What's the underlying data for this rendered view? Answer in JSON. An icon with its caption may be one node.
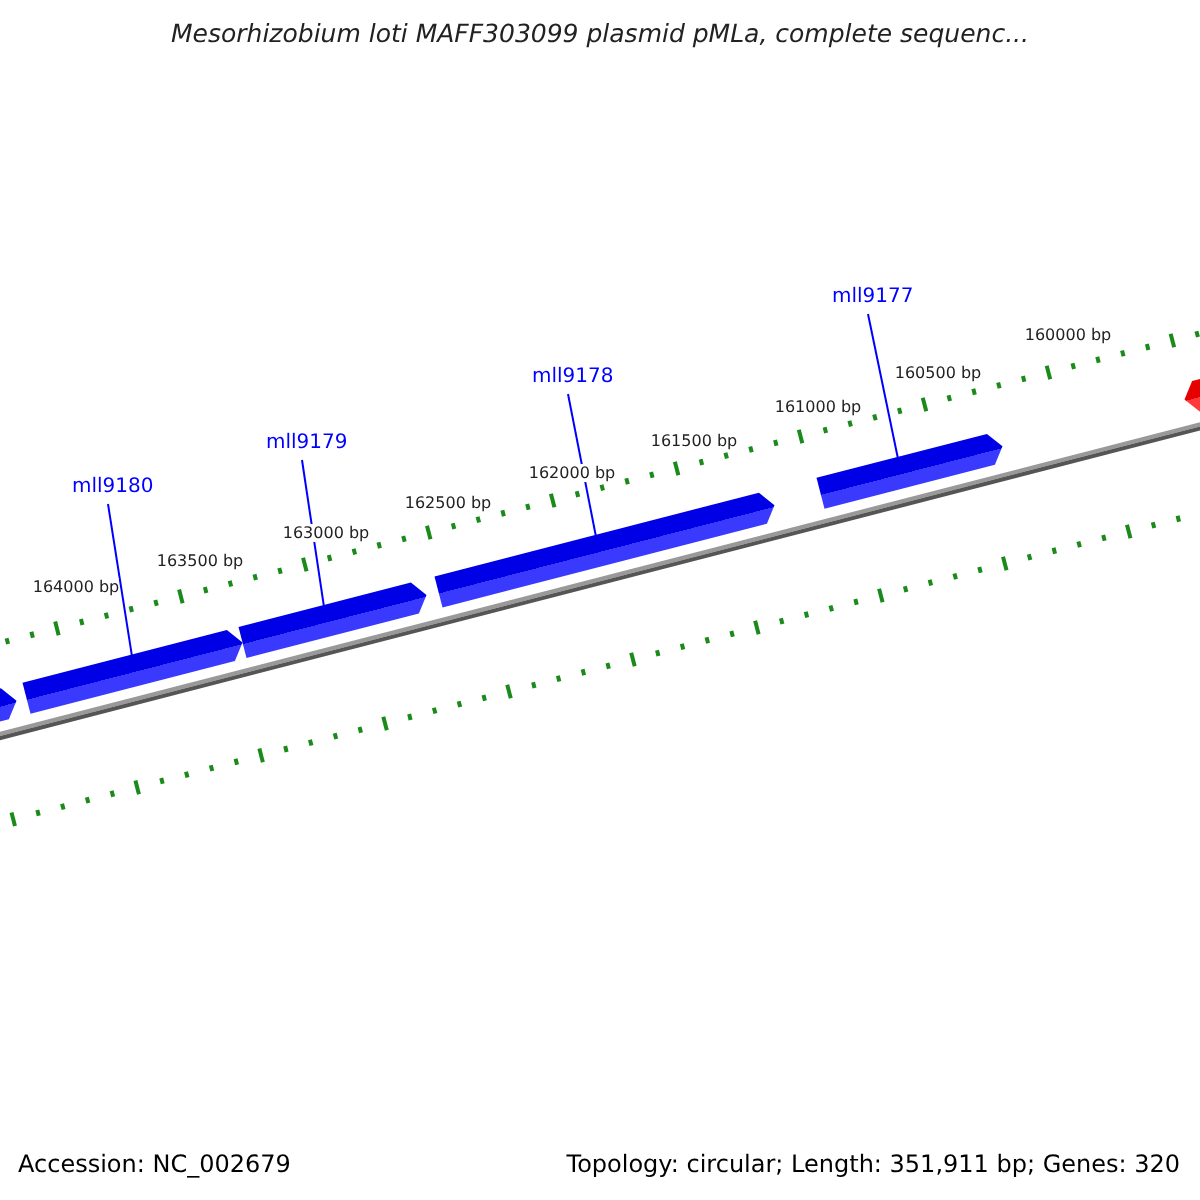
{
  "diagram": {
    "title": "Mesorhizobium loti MAFF303099 plasmid pMLa, complete sequenc...",
    "nodes": [
      {
        "text": [
          "mll9180"
        ]
      },
      {
        "text": [
          "mll9179"
        ]
      },
      {
        "text": [
          "mll9178"
        ]
      },
      {
        "text": [
          "mll9177"
        ]
      },
      {
        "text": [],
        "shape": "bar"
      },
      {
        "text": [],
        "shape": "bar"
      },
      {
        "text": [],
        "shape": "bar"
      },
      {
        "text": [],
        "shape": "bar"
      },
      {
        "text": [],
        "shape": "bar"
      },
      {
        "text": [],
        "shape": "bar"
      }
    ],
    "edges": [
      {
        "from": 0,
        "to": 5,
        "arrow": "none"
      },
      {
        "from": 1,
        "to": 6,
        "arrow": "none"
      },
      {
        "from": 2,
        "to": 7,
        "arrow": "none"
      },
      {
        "from": 3,
        "to": 8,
        "arrow": "none"
      }
    ],
    "labels": [
      "160000 bp",
      "160500 bp",
      "161000 bp",
      "161500 bp",
      "162000 bp",
      "162500 bp",
      "163000 bp",
      "163500 bp",
      "164000 bp",
      "Accession: NC_002679",
      "Topology: circular; Length: 351,911 bp; Genes: 320"
    ]
  }
}
